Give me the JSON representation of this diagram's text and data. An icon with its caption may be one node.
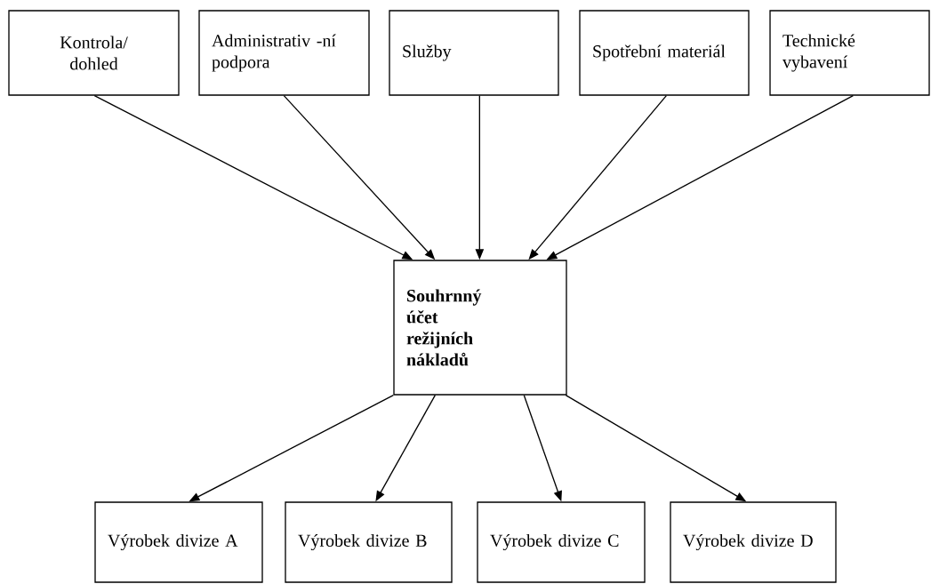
{
  "diagram": {
    "nodes": [
      {
        "text": [
          "Kontrola/ dohled"
        ]
      },
      {
        "text": [
          "Administrativ -ní podpora"
        ]
      },
      {
        "text": [
          "Služby"
        ]
      },
      {
        "text": [
          "Spotřební materiál"
        ]
      },
      {
        "text": [
          "Technické vybavení"
        ]
      },
      {
        "text": [
          "Souhrnný účet režijních nákladů"
        ]
      },
      {
        "text": [
          "Výrobek divize A"
        ]
      },
      {
        "text": [
          "Výrobek divize B"
        ]
      },
      {
        "text": [
          "Výrobek divize C"
        ]
      },
      {
        "text": [
          "Výrobek divize D"
        ]
      }
    ],
    "edges": [
      {
        "from": 0,
        "to": 5,
        "arrow": "to"
      },
      {
        "from": 1,
        "to": 5,
        "arrow": "to"
      },
      {
        "from": 2,
        "to": 5,
        "arrow": "to"
      },
      {
        "from": 3,
        "to": 5,
        "arrow": "to"
      },
      {
        "from": 4,
        "to": 5,
        "arrow": "to"
      },
      {
        "from": 5,
        "to": 6,
        "arrow": "to"
      },
      {
        "from": 5,
        "to": 7,
        "arrow": "to"
      },
      {
        "from": 5,
        "to": 8,
        "arrow": "to"
      },
      {
        "from": 5,
        "to": 9,
        "arrow": "to"
      }
    ]
  }
}
